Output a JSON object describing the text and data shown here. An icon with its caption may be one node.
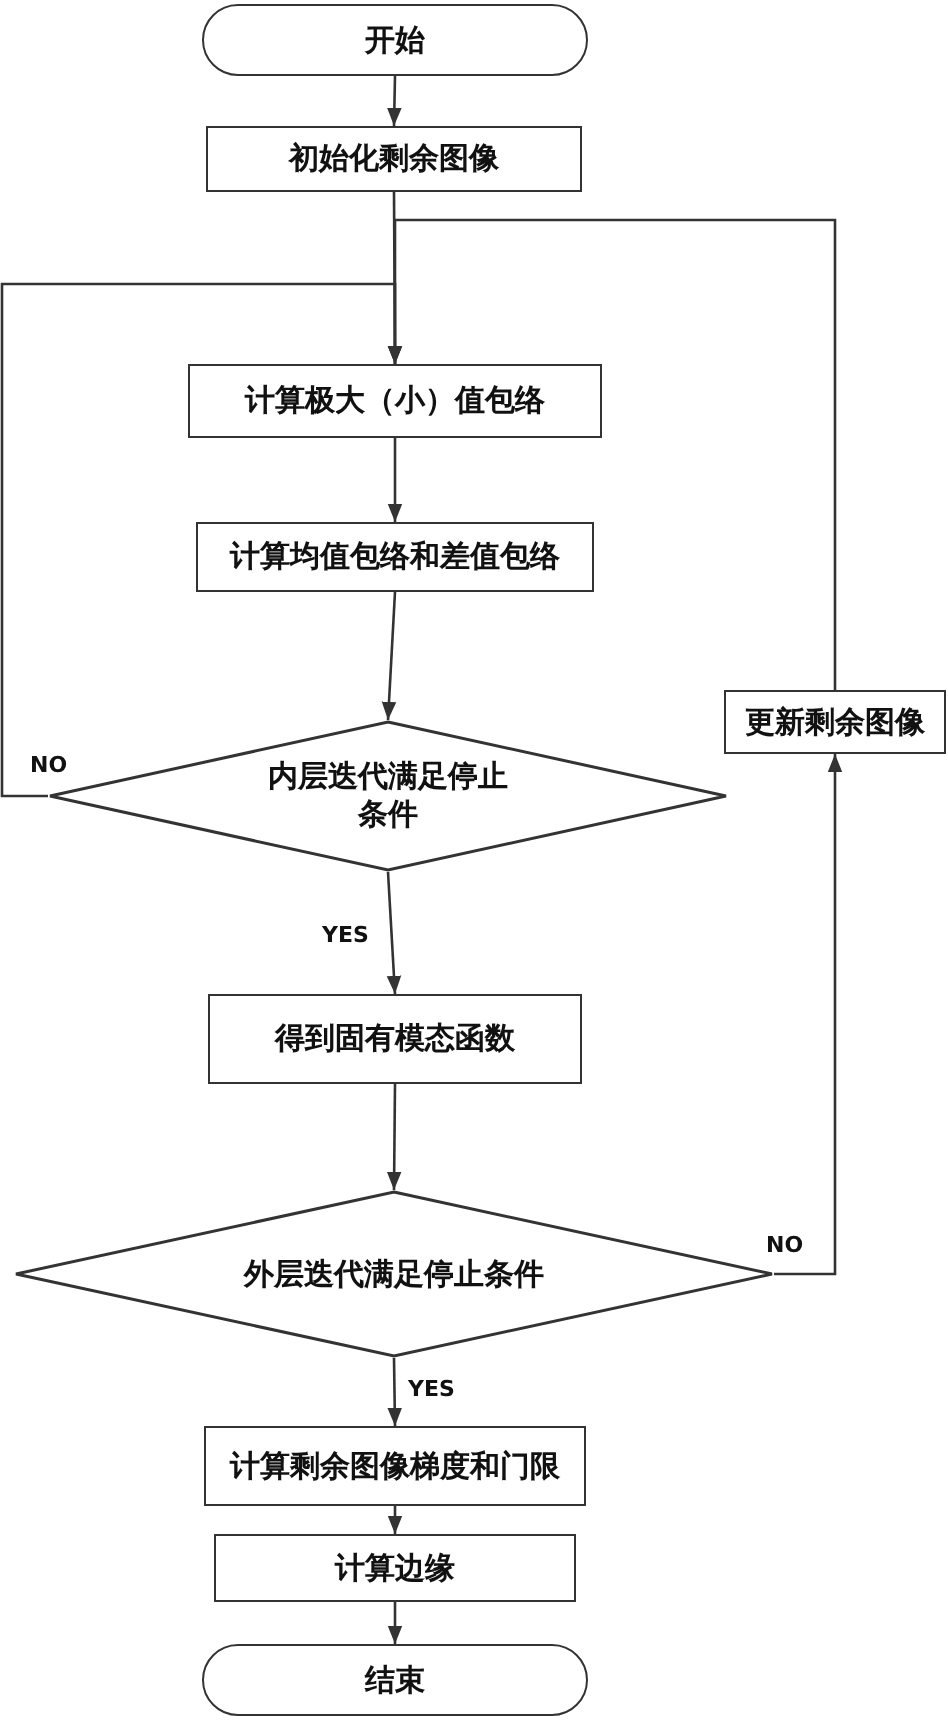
{
  "diagram": {
    "nodes": [
      {
        "text": [
          "开始"
        ]
      },
      {
        "text": [
          "初始化剩余图像"
        ]
      },
      {
        "text": [
          "计算极大（小）值包络"
        ]
      },
      {
        "text": [
          "计算均值包络和差值包络"
        ]
      },
      {
        "text": [
          "内层迭代满足停止条件"
        ]
      },
      {
        "text": [
          "得到固有模态函数"
        ]
      },
      {
        "text": [
          "外层迭代满足停止条件"
        ]
      },
      {
        "text": [
          "更新剩余图像"
        ]
      },
      {
        "text": [
          "计算剩余图像梯度和门限"
        ]
      },
      {
        "text": [
          "计算边缘"
        ]
      },
      {
        "text": [
          "结束"
        ]
      }
    ],
    "edges": [
      {
        "from": 0,
        "to": 1,
        "arrow": "to"
      },
      {
        "from": 1,
        "to": 2,
        "arrow": "to"
      },
      {
        "from": 2,
        "to": 3,
        "arrow": "to"
      },
      {
        "from": 3,
        "to": 4,
        "arrow": "to"
      },
      {
        "from": 4,
        "to": 2,
        "arrow": "to",
        "label": "NO"
      },
      {
        "from": 4,
        "to": 5,
        "arrow": "to",
        "label": "YES"
      },
      {
        "from": 5,
        "to": 6,
        "arrow": "to"
      },
      {
        "from": 6,
        "to": 7,
        "arrow": "to",
        "label": "NO"
      },
      {
        "from": 7,
        "to": 2,
        "arrow": "to"
      },
      {
        "from": 6,
        "to": 8,
        "arrow": "to",
        "label": "YES"
      },
      {
        "from": 8,
        "to": 9,
        "arrow": "to"
      },
      {
        "from": 9,
        "to": 10,
        "arrow": "to"
      }
    ]
  }
}
